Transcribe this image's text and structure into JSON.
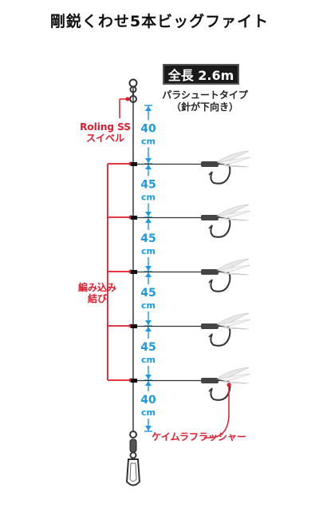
{
  "title": "剛鋭くわせ5本ビッグファイト",
  "total_length": "全長 2.6m",
  "parachute_type": [
    "パラシュートタイプ",
    "（針が下向き）"
  ],
  "swivel_label": [
    "Roling SS",
    "スイベル"
  ],
  "knot_label": [
    "編み込み",
    "結び"
  ],
  "flasher_label": "ケイムラフラッシャー",
  "segments": [
    {
      "value": "40",
      "unit": "cm"
    },
    {
      "value": "45",
      "unit": "cm"
    },
    {
      "value": "45",
      "unit": "cm"
    },
    {
      "value": "45",
      "unit": "cm"
    },
    {
      "value": "45",
      "unit": "cm"
    },
    {
      "value": "40",
      "unit": "cm"
    }
  ],
  "colors": {
    "accent_red": "#e11b2a",
    "dimension_blue": "#1a9be0",
    "line": "#444444"
  }
}
